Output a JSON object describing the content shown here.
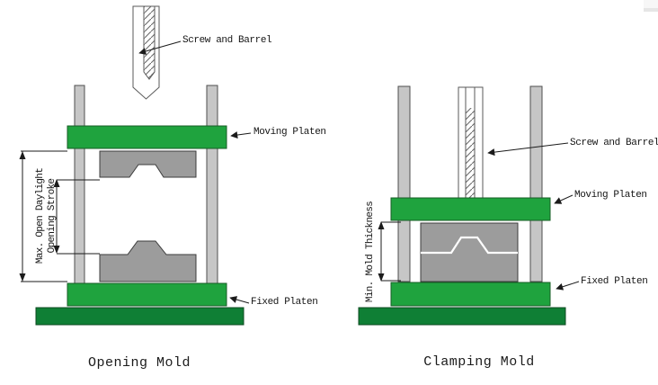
{
  "left_diagram": {
    "caption": "Opening Mold",
    "labels": {
      "screw_and_barrel": "Screw and Barrel",
      "moving_platen": "Moving Platen",
      "fixed_platen": "Fixed Platen"
    },
    "dimensions": {
      "max_open_daylight": "Max. Open Daylight",
      "opening_stroke": "Opening Stroke"
    }
  },
  "right_diagram": {
    "caption": "Clamping Mold",
    "labels": {
      "screw_and_barrel": "Screw and Barrel",
      "moving_platen": "Moving Platen",
      "fixed_platen": "Fixed Platen"
    },
    "dimensions": {
      "min_mold_thickness": "Min. Mold Thickness"
    }
  },
  "colors": {
    "platen_green": "#1fa33e",
    "base_green": "#0f7f35",
    "tie_bar_gray": "#c6c6c6",
    "mold_gray": "#9c9c9c",
    "barrel_white": "#ffffff",
    "line_color": "#1b1b1b"
  }
}
